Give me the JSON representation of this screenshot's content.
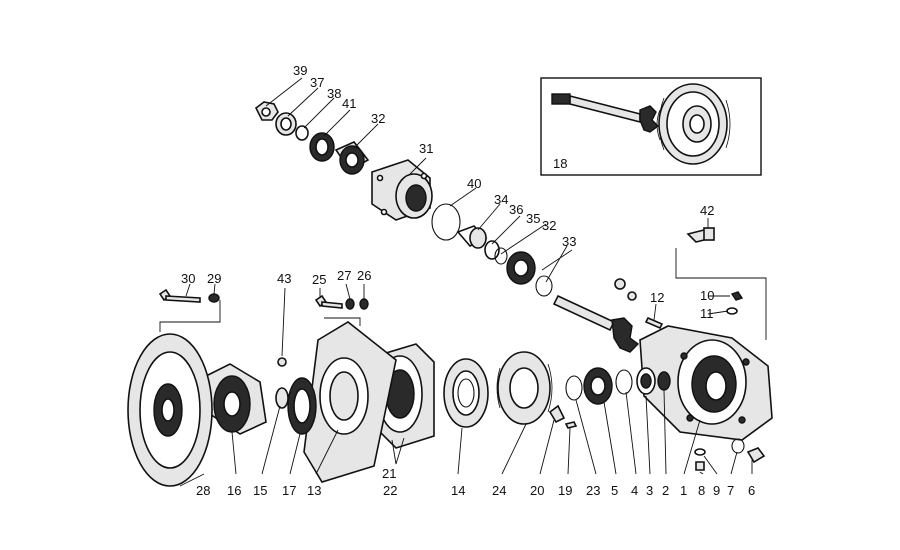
{
  "diagram": {
    "labels": [
      {
        "n": "1"
      },
      {
        "n": "2"
      },
      {
        "n": "3"
      },
      {
        "n": "4"
      },
      {
        "n": "5"
      },
      {
        "n": "6"
      },
      {
        "n": "7"
      },
      {
        "n": "8"
      },
      {
        "n": "9"
      },
      {
        "n": "10"
      },
      {
        "n": "11"
      },
      {
        "n": "12"
      },
      {
        "n": "13"
      },
      {
        "n": "14"
      },
      {
        "n": "15"
      },
      {
        "n": "16"
      },
      {
        "n": "17"
      },
      {
        "n": "18"
      },
      {
        "n": "19"
      },
      {
        "n": "20"
      },
      {
        "n": "21"
      },
      {
        "n": "22"
      },
      {
        "n": "23"
      },
      {
        "n": "24"
      },
      {
        "n": "25"
      },
      {
        "n": "26"
      },
      {
        "n": "27"
      },
      {
        "n": "28"
      },
      {
        "n": "29"
      },
      {
        "n": "30"
      },
      {
        "n": "31"
      },
      {
        "n": "32"
      },
      {
        "n": "32"
      },
      {
        "n": "33"
      },
      {
        "n": "34"
      },
      {
        "n": "35"
      },
      {
        "n": "36"
      },
      {
        "n": "37"
      },
      {
        "n": "38"
      },
      {
        "n": "39"
      },
      {
        "n": "40"
      },
      {
        "n": "41"
      },
      {
        "n": "42"
      },
      {
        "n": "43"
      }
    ]
  }
}
